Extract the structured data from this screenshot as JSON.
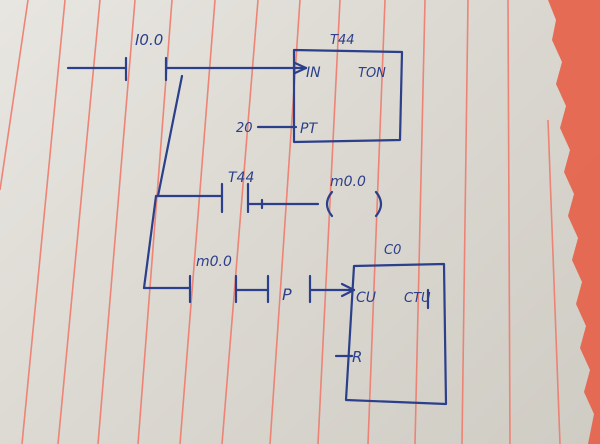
{
  "labels": {
    "input_contact": "I0.0",
    "timer_block": "T44",
    "timer_in": "IN",
    "timer_type": "TON",
    "timer_pt": "PT",
    "timer_preset": "20",
    "timer_contact": "T44",
    "memory_coil": "m0.0",
    "memory_contact": "m0.0",
    "pulse_contact": "P",
    "counter_block": "C0",
    "counter_cu": "CU",
    "counter_ctu": "CTU",
    "counter_r": "R"
  },
  "colors": {
    "ink": "#2b3f8a",
    "paper_rule": "#f07a6a",
    "binding": "#e8583f"
  }
}
